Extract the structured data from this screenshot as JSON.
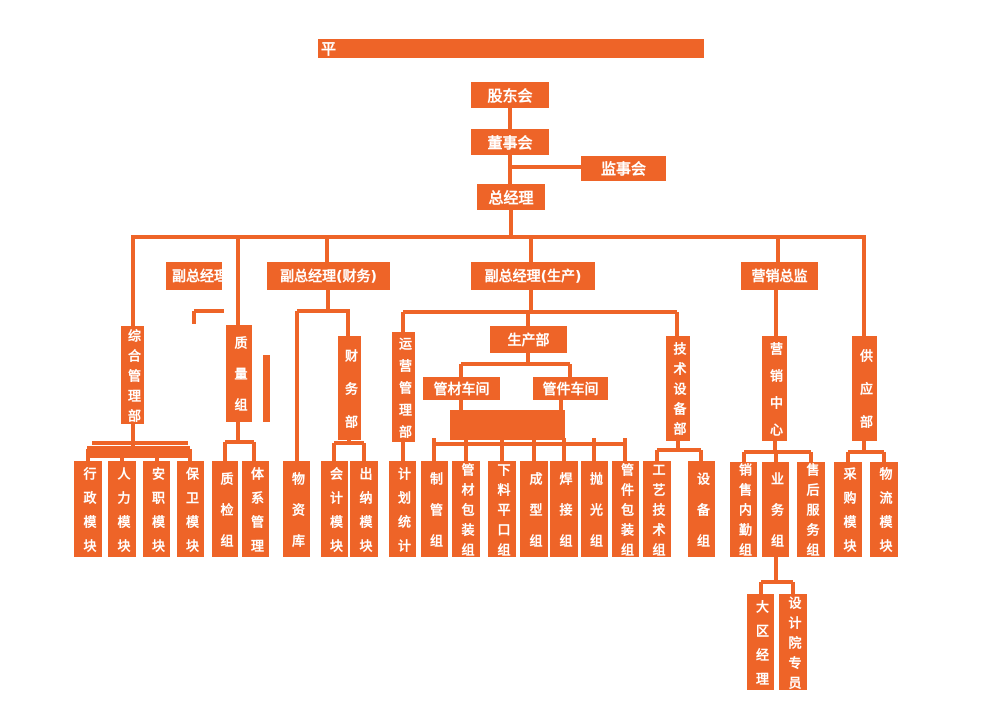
{
  "colors": {
    "accent": "#EE6428",
    "node_text": "#FFFFFF",
    "background": "#FFFFFF"
  },
  "title_bar": {
    "visible_char": "平"
  },
  "nodes": [
    {
      "id": "shareholders",
      "label": "股东会",
      "parent": ""
    },
    {
      "id": "board",
      "label": "董事会",
      "parent": "股东会"
    },
    {
      "id": "supervisory-board",
      "label": "监事会",
      "parent": "董事会"
    },
    {
      "id": "general-manager",
      "label": "总经理",
      "parent": "董事会"
    },
    {
      "id": "vice-gm-truncated",
      "label": "副总经理",
      "parent": "总经理",
      "truncated": true
    },
    {
      "id": "vice-gm-finance",
      "label": "副总经理(财务)",
      "parent": "总经理"
    },
    {
      "id": "vice-gm-production",
      "label": "副总经理(生产)",
      "parent": "总经理"
    },
    {
      "id": "marketing-director",
      "label": "营销总监",
      "parent": "总经理"
    },
    {
      "id": "general-admin-dept",
      "label": "综合管理部",
      "parent": "总经理"
    },
    {
      "id": "quality-group",
      "label": "质量组",
      "parent": "总经理"
    },
    {
      "id": "finance-dept",
      "label": "财务部",
      "parent": "副总经理(财务)"
    },
    {
      "id": "operations-dept",
      "label": "运营管理部",
      "parent": "副总经理(生产)"
    },
    {
      "id": "production-dept",
      "label": "生产部",
      "parent": "副总经理(生产)"
    },
    {
      "id": "pipe-workshop",
      "label": "管材车间",
      "parent": "生产部"
    },
    {
      "id": "fitting-workshop",
      "label": "管件车间",
      "parent": "生产部"
    },
    {
      "id": "tech-equipment-dept",
      "label": "技术设备部",
      "parent": "副总经理(生产)"
    },
    {
      "id": "marketing-center",
      "label": "营销中心",
      "parent": "营销总监"
    },
    {
      "id": "supply-dept",
      "label": "供应部",
      "parent": "总经理"
    },
    {
      "id": "admin-module",
      "label": "行政模块",
      "parent": "综合管理部"
    },
    {
      "id": "hr-module",
      "label": "人力模块",
      "parent": "综合管理部"
    },
    {
      "id": "safety-module",
      "label": "安职模块",
      "parent": "综合管理部"
    },
    {
      "id": "security-module",
      "label": "保卫模块",
      "parent": "综合管理部"
    },
    {
      "id": "qc-group",
      "label": "质检组",
      "parent": "质量组"
    },
    {
      "id": "system-mgmt-group",
      "label": "体系管理",
      "parent": "质量组"
    },
    {
      "id": "materials-warehouse",
      "label": "物资库",
      "parent": "副总经理(财务)"
    },
    {
      "id": "accounting-module",
      "label": "会计模块",
      "parent": "财务部"
    },
    {
      "id": "cashier-module",
      "label": "出纳模块",
      "parent": "财务部"
    },
    {
      "id": "planning-stats",
      "label": "计划统计",
      "parent": "运营管理部"
    },
    {
      "id": "pipe-making-group",
      "label": "制管组",
      "parent": "管材车间/管件车间"
    },
    {
      "id": "pipe-packing-group",
      "label": "管材包装组",
      "parent": "管材车间/管件车间"
    },
    {
      "id": "cutting-group",
      "label": "下料平口组",
      "parent": "管材车间/管件车间"
    },
    {
      "id": "forming-group",
      "label": "成型组",
      "parent": "管材车间/管件车间"
    },
    {
      "id": "welding-group",
      "label": "焊接组",
      "parent": "管材车间/管件车间"
    },
    {
      "id": "polishing-group",
      "label": "抛光组",
      "parent": "管材车间/管件车间"
    },
    {
      "id": "fitting-packing-group",
      "label": "管件包装组",
      "parent": "管材车间/管件车间"
    },
    {
      "id": "craft-tech-group",
      "label": "工艺技术组",
      "parent": "技术设备部"
    },
    {
      "id": "equipment-group",
      "label": "设备组",
      "parent": "技术设备部"
    },
    {
      "id": "sales-support-group",
      "label": "销售内勤组",
      "parent": "营销中心"
    },
    {
      "id": "business-group",
      "label": "业务组",
      "parent": "营销中心"
    },
    {
      "id": "after-sales-group",
      "label": "售后服务组",
      "parent": "营销中心"
    },
    {
      "id": "purchasing-module",
      "label": "采购模块",
      "parent": "供应部"
    },
    {
      "id": "logistics-module",
      "label": "物流模块",
      "parent": "供应部"
    },
    {
      "id": "regional-manager",
      "label": "大区经理",
      "parent": "业务组"
    },
    {
      "id": "design-institute-specialist",
      "label": "设计院专员",
      "parent": "业务组"
    }
  ]
}
